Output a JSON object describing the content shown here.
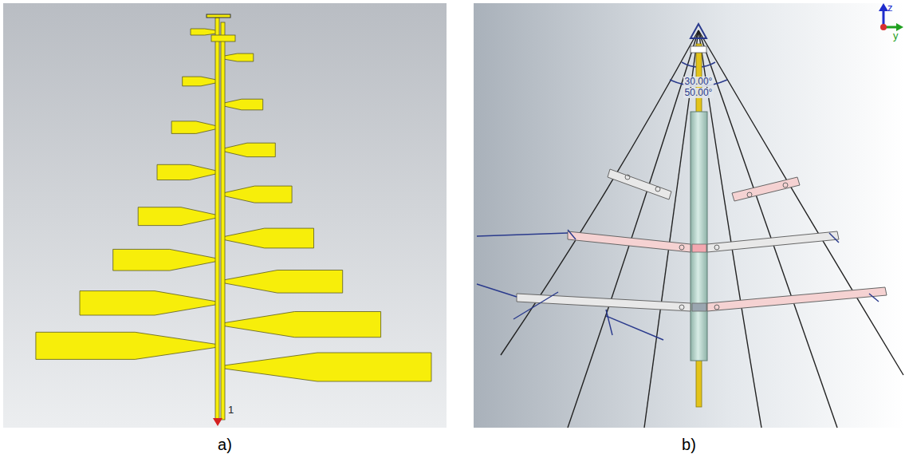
{
  "diagram": {
    "labels": [
      "1",
      "30.00°",
      "50.00°",
      "z",
      "y",
      "a)",
      "b)"
    ]
  }
}
